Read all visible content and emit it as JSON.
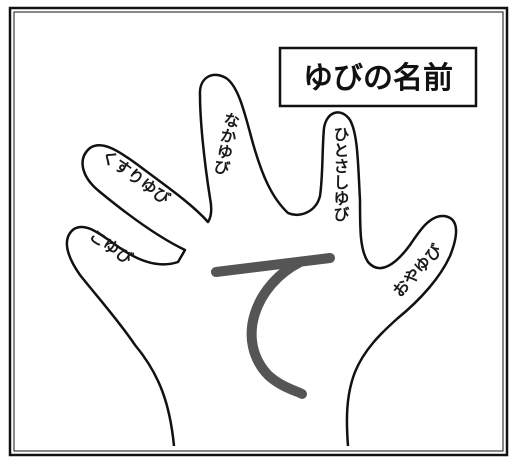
{
  "title": "ゆびの名前",
  "palm_character": "て",
  "fingers": {
    "thumb": "おやゆび",
    "index": "ひとさしゆび",
    "middle": "なかゆび",
    "ring": "くすりゆび",
    "pinky": "こゆび"
  },
  "colors": {
    "outline": "#111111",
    "palm_character": "#555555",
    "background": "#ffffff"
  }
}
